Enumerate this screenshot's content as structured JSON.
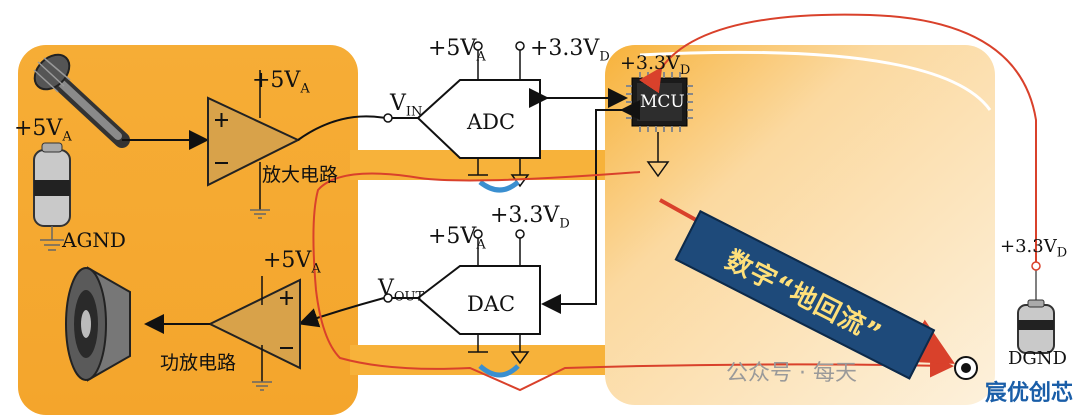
{
  "labels": {
    "mic_supply": "+5V",
    "mic_supply_sub": "A",
    "amp_supply": "+5V",
    "amp_supply_sub": "A",
    "vin": "V",
    "vin_sub": "IN",
    "adc_5v": "+5V",
    "adc_5v_sub": "A",
    "adc_33v": "+3.3V",
    "adc_33v_sub": "D",
    "mcu_33v": "+3.3V",
    "mcu_33v_sub": "D",
    "dac_5v": "+5V",
    "dac_5v_sub": "A",
    "dac_33v": "+3.3V",
    "dac_33v_sub": "D",
    "vout": "V",
    "vout_sub": "OUT",
    "pa_supply": "+5V",
    "pa_supply_sub": "A",
    "right_33v": "+3.3V",
    "right_33v_sub": "D",
    "agnd": "AGND",
    "dgnd": "DGND"
  },
  "blocks": {
    "adc": "ADC",
    "dac": "DAC",
    "mcu": "MCU"
  },
  "chinese": {
    "amplifier": "放大电路",
    "power_amplifier": "功放电路",
    "banner": "数字“地回流”"
  },
  "watermark": {
    "text": "公众号 · 每天",
    "logo": "宸优创芯"
  },
  "colors": {
    "analog_zone": "#f7b23a",
    "digital_zone": "#fbd9a0",
    "return_path": "#d9412b",
    "banner_bg": "#1e4a7a",
    "banner_text": "#ffe07a",
    "opamp_fill": "#d8a24a"
  }
}
